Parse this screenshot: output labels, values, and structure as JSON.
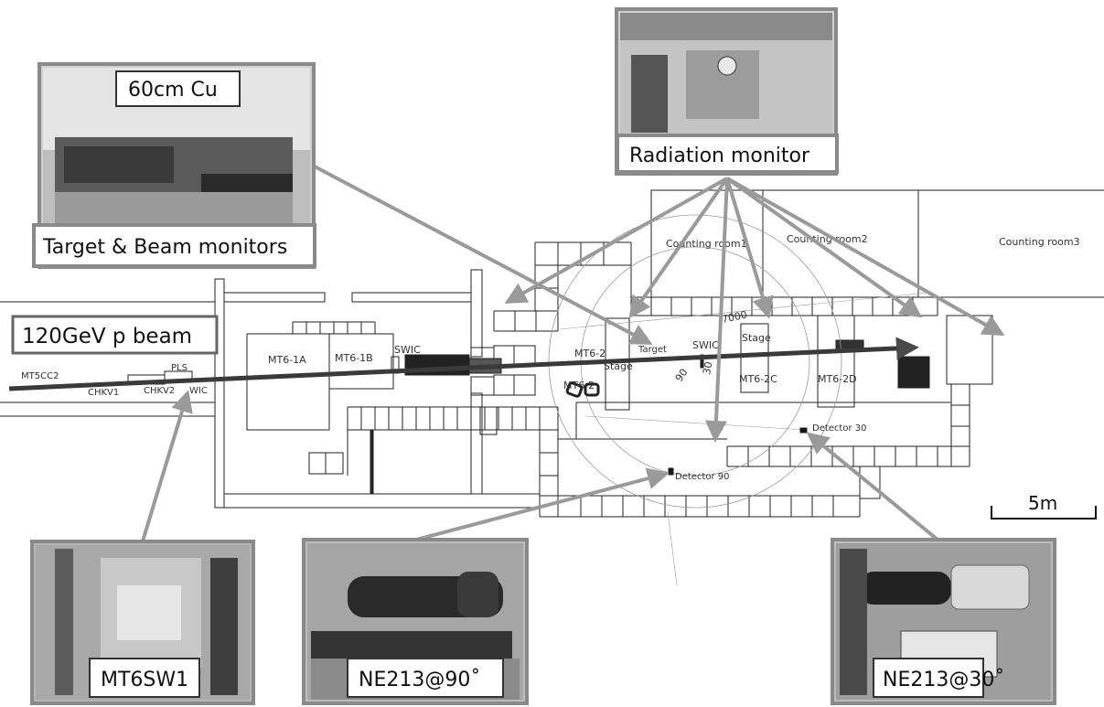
{
  "photos": {
    "target": {
      "caption_top": "60cm Cu",
      "caption_bottom": "Target & Beam monitors"
    },
    "radiation": {
      "caption": "Radiation monitor"
    },
    "mt6sw1": {
      "caption": "MT6SW1"
    },
    "ne90": {
      "caption": "NE213@90˚"
    },
    "ne30": {
      "caption": "NE213@30˚"
    }
  },
  "beam_label": "120GeV p beam",
  "scale_bar": {
    "label": "5m"
  },
  "plan": {
    "counting_rooms": [
      "Counting room1",
      "Counting room2",
      "Counting room3"
    ],
    "labels": {
      "mt5cc2": "MT5CC2",
      "chkv1": "CHKV1",
      "chkv2": "CHKV2",
      "pls": "PLS",
      "swic_small": "WIC",
      "mt6_1a": "MT6-1A",
      "mt6_1b": "MT6-1B",
      "swic_1": "SWIC",
      "mt6_2": "MT6-2",
      "mt6_2_lower": "MT6-2",
      "target": "Target",
      "swic_2": "SWIC",
      "stage_1": "Stage",
      "stage_2": "Stage",
      "mt6_2c": "MT6-2C",
      "mt6_2d": "MT6-2D",
      "dist_7000": "7000",
      "angle_90": "90",
      "angle_30": "30",
      "detector_30": "Detector 30",
      "detector_90": "Detector 90"
    }
  },
  "colors": {
    "arrow": "#9a9a9a",
    "beam": "#3a3a3a",
    "photo_border": "#8a8a8a"
  }
}
